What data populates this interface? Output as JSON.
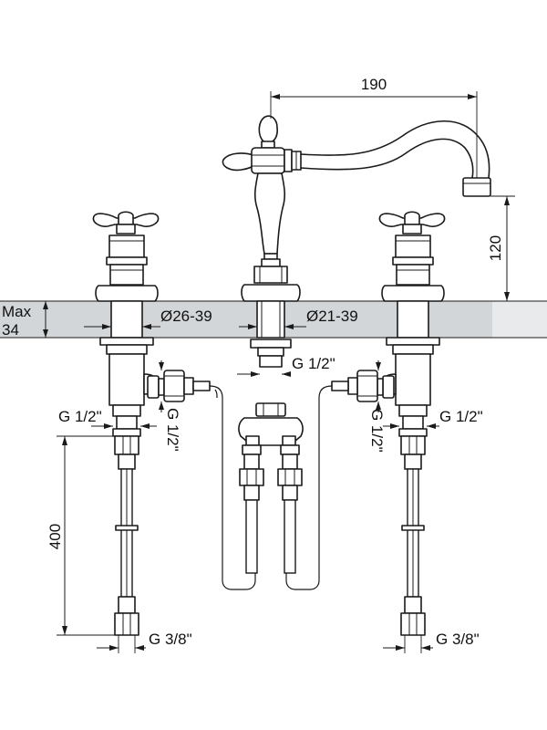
{
  "dimensions": {
    "spout_reach": "190",
    "spout_height": "120",
    "max_thickness_line1": "Max",
    "max_thickness_line2": "34",
    "hole_left": "Ø26-39",
    "hole_center": "Ø21-39",
    "hose_length": "400"
  },
  "threads": {
    "center_outlet": "G 1/2\"",
    "left_outlet": "G 1/2\"",
    "right_outlet": "G 1/2\"",
    "left_side_vertical": "G 1/2\"",
    "right_side_vertical": "G 1/2\"",
    "left_bottom": "G 3/8\"",
    "right_bottom": "G 3/8\""
  },
  "colors": {
    "line": "#1a1a1a",
    "countertop_band": "#d3d6d9"
  }
}
